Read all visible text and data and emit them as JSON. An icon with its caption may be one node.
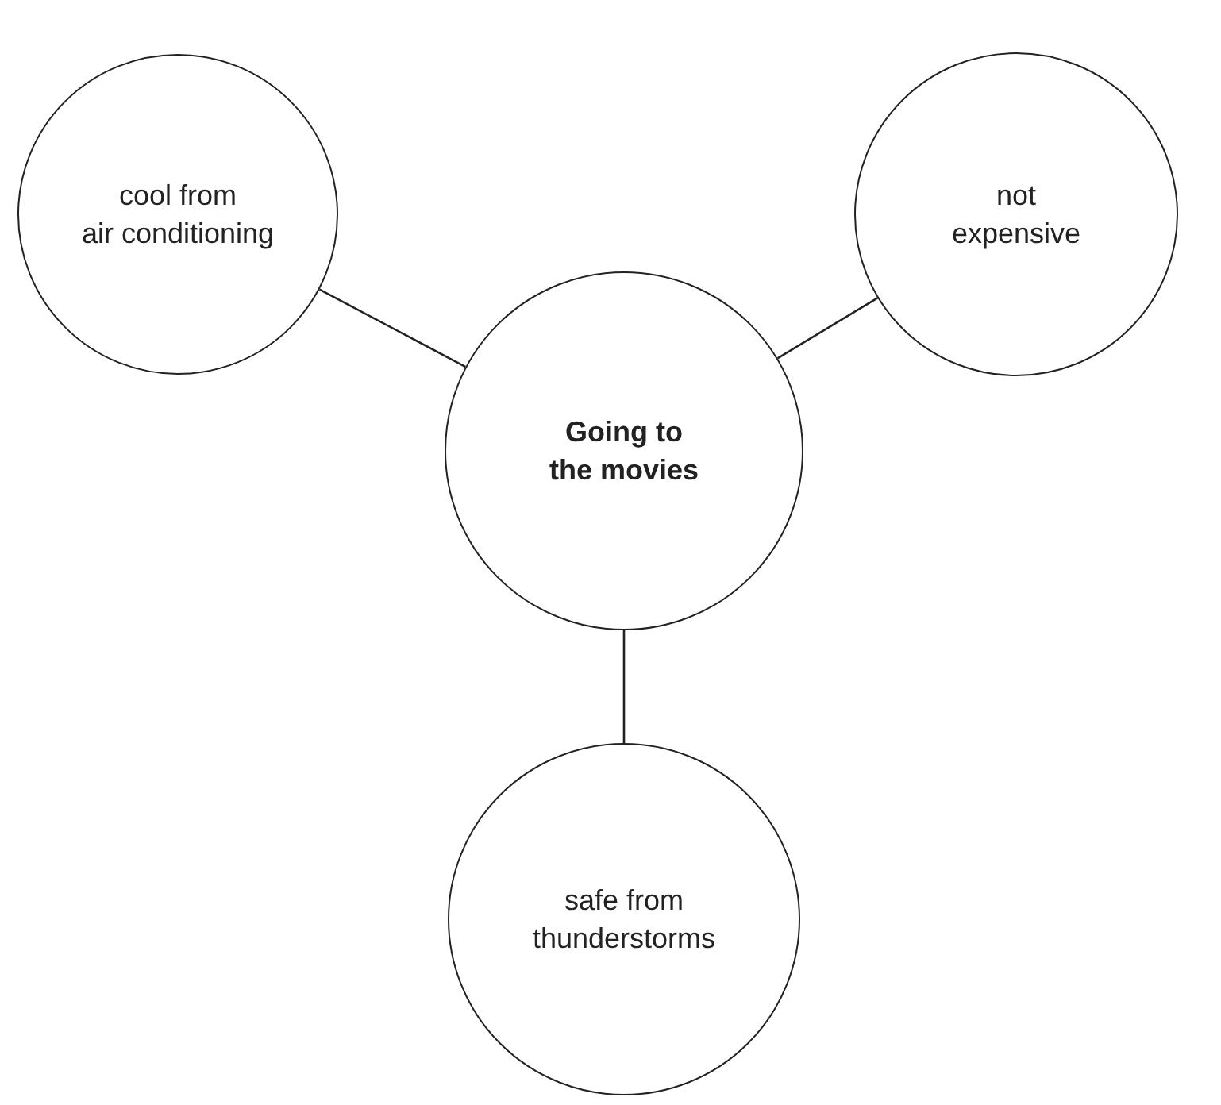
{
  "diagram": {
    "nodes": [
      {
        "text": [
          "cool from air conditioning"
        ]
      },
      {
        "text": [
          "not expensive"
        ]
      },
      {
        "text": [
          "Going to the movies"
        ]
      },
      {
        "text": [
          "safe from thunderstorms"
        ]
      }
    ],
    "edges": [
      {
        "from": 2,
        "to": 0,
        "arrow": "none"
      },
      {
        "from": 2,
        "to": 1,
        "arrow": "none"
      },
      {
        "from": 2,
        "to": 3,
        "arrow": "none"
      }
    ]
  }
}
